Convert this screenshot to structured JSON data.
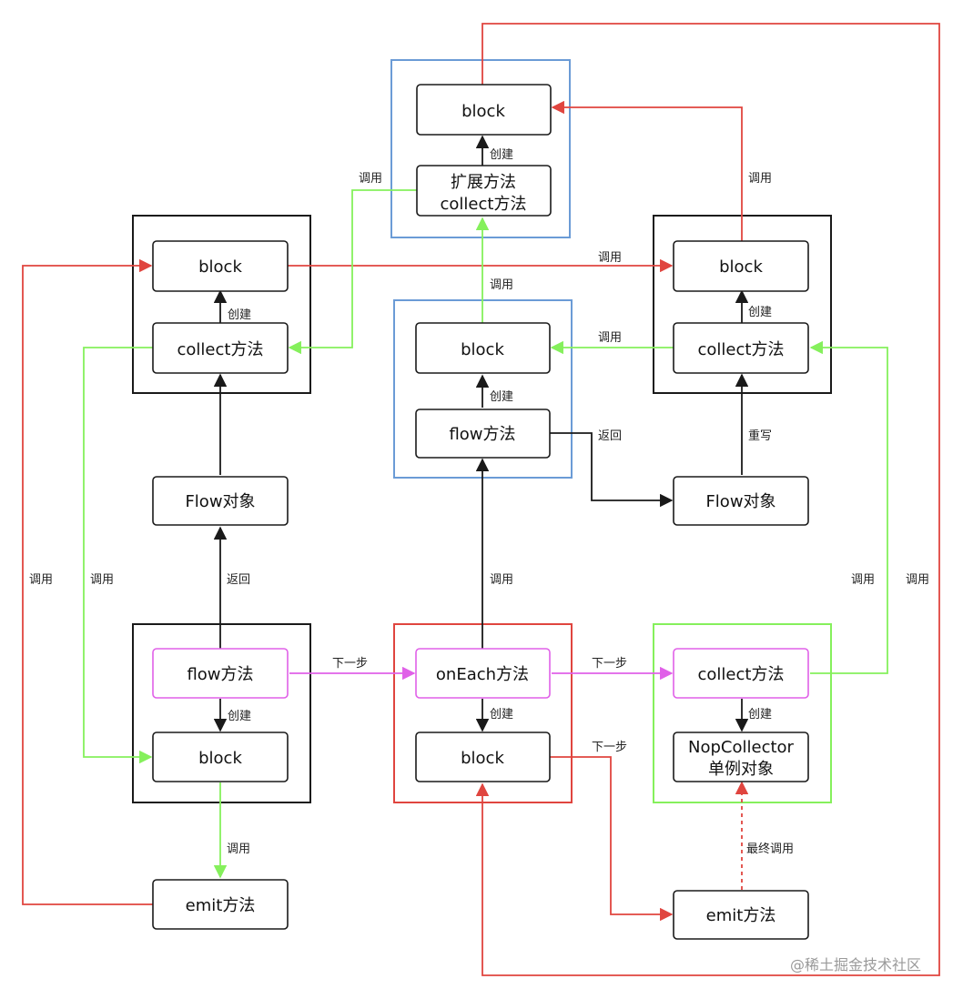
{
  "colors": {
    "black": "#1a1a1a",
    "red": "#e0453f",
    "green": "#85f05c",
    "magenta": "#e060e8",
    "blue": "#6b9bd6"
  },
  "nodes": {
    "top_block": "block",
    "ext_collect_line1": "扩展方法",
    "ext_collect_line2": "collect方法",
    "left_block": "block",
    "left_collect": "collect方法",
    "left_flow_object": "Flow对象",
    "left_flow_method": "flow方法",
    "left_bottom_block": "block",
    "left_emit": "emit方法",
    "mid_block": "block",
    "mid_flow_method": "flow方法",
    "mid_oneach": "onEach方法",
    "mid_bottom_block": "block",
    "right_block": "block",
    "right_collect": "collect方法",
    "right_flow_object": "Flow对象",
    "right_bottom_collect": "collect方法",
    "nop_line1": "NopCollector",
    "nop_line2": "单例对象",
    "right_emit": "emit方法"
  },
  "edge_labels": {
    "create_top": "创建",
    "call_to_ext": "调用",
    "call_top_right": "调用",
    "call_left_to_right_block": "调用",
    "call_mid_up": "调用",
    "create_left": "创建",
    "call_right_to_mid": "调用",
    "create_right": "创建",
    "create_mid": "创建",
    "return_mid": "返回",
    "override": "重写",
    "call_far_left": "调用",
    "call_left_green": "调用",
    "return_left": "返回",
    "call_center": "调用",
    "call_right_green": "调用",
    "call_far_right": "调用",
    "next_step_1": "下一步",
    "next_step_2": "下一步",
    "create_left_bottom": "创建",
    "create_mid_bottom": "创建",
    "create_nop": "创建",
    "next_step_3": "下一步",
    "call_emit": "调用",
    "final_call": "最终调用"
  },
  "watermark": "@稀土掘金技术社区"
}
